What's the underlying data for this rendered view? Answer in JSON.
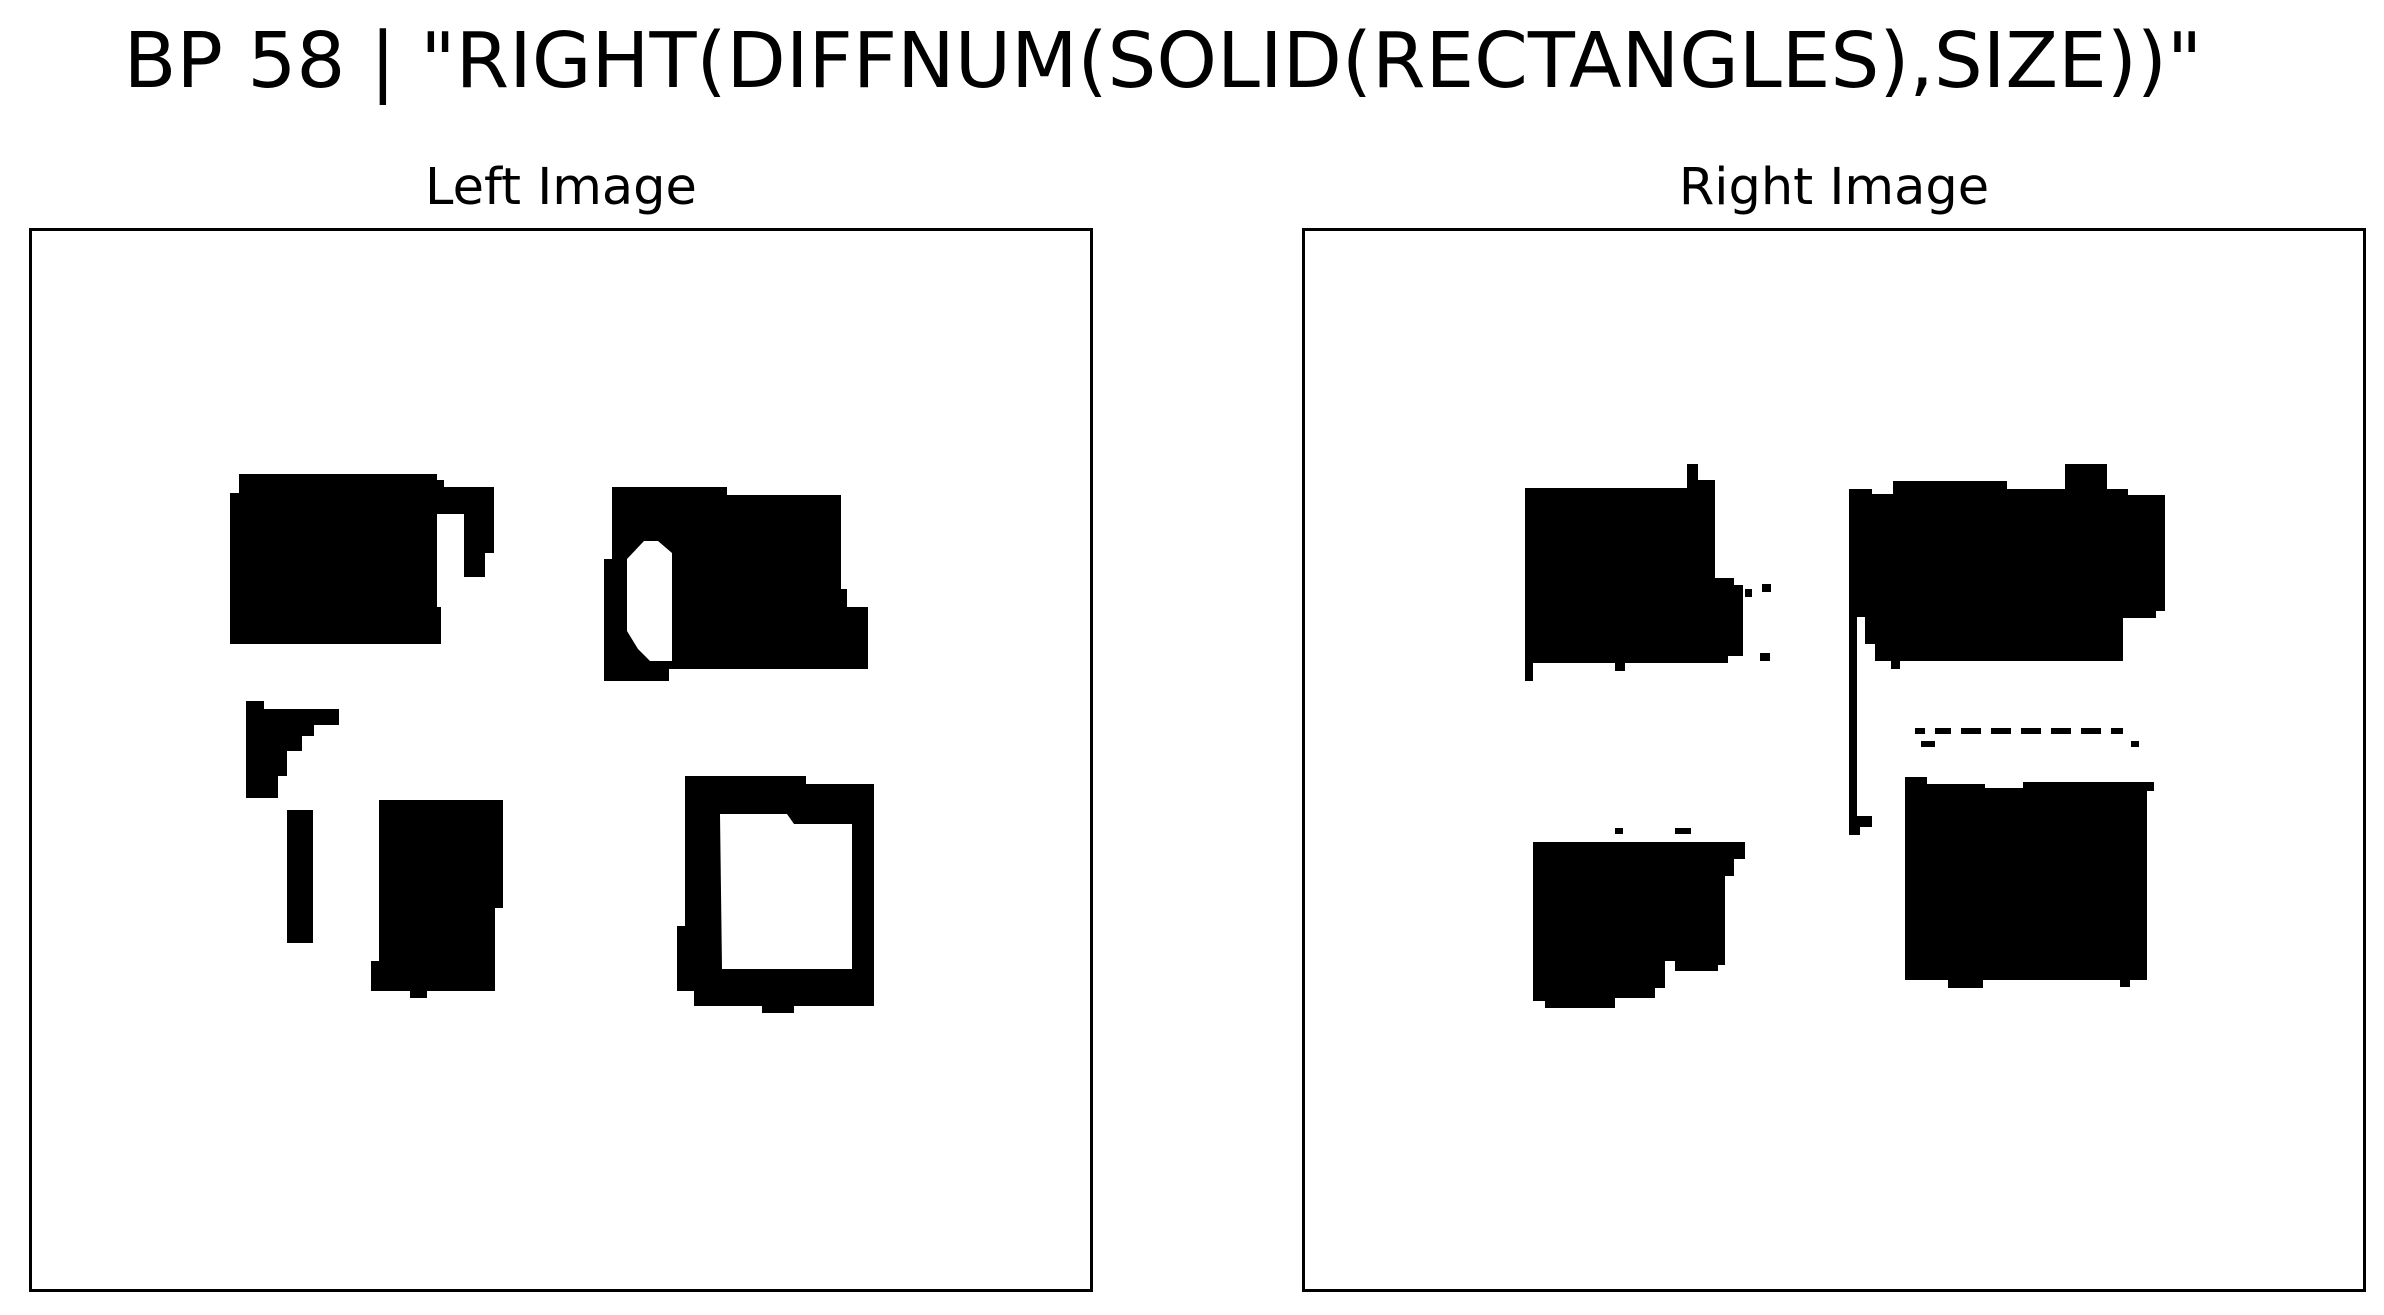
{
  "title": "BP 58 | \"RIGHT(DIFFNUM(SOLID(RECTANGLES),SIZE))\"",
  "panels": {
    "left": {
      "label": "Left Image"
    },
    "right": {
      "label": "Right Image"
    }
  },
  "colors": {
    "ink": "#000000",
    "background": "#ffffff"
  }
}
